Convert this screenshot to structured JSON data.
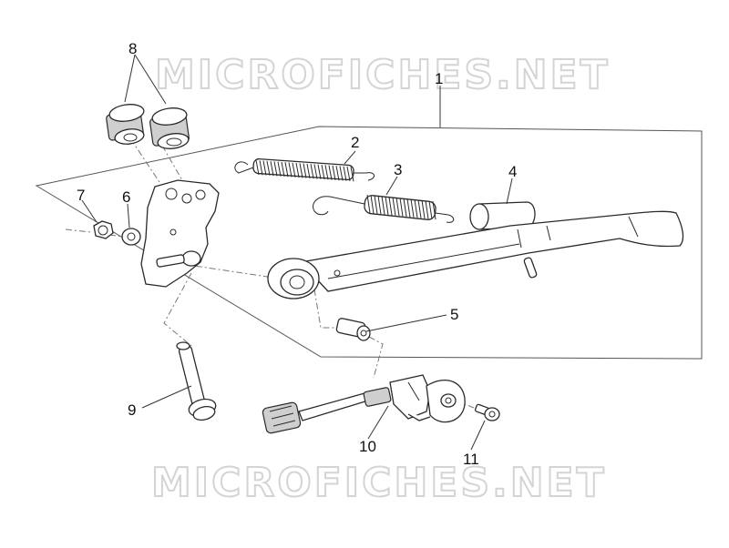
{
  "watermark": {
    "top": "MICROFICHES.NET",
    "bottom": "MICROFICHES.NET"
  },
  "callouts": {
    "c1": "1",
    "c2": "2",
    "c3": "3",
    "c4": "4",
    "c5": "5",
    "c6": "6",
    "c7": "7",
    "c8": "8",
    "c9": "9",
    "c10": "10",
    "c11": "11"
  }
}
